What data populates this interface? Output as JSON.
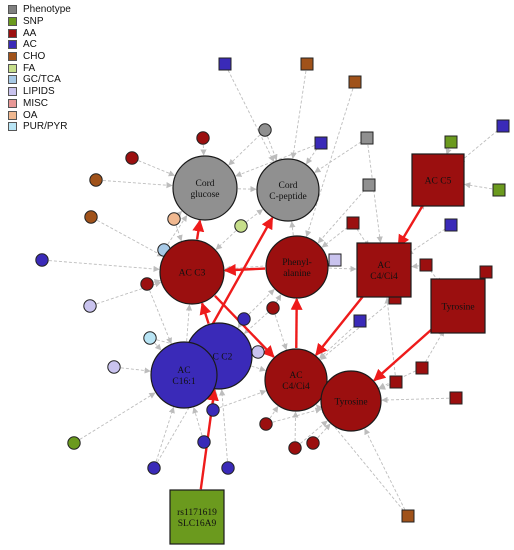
{
  "legend": [
    {
      "label": "Phenotype",
      "color": "#808080"
    },
    {
      "label": "SNP",
      "color": "#6b9a1e"
    },
    {
      "label": "AA",
      "color": "#9b0f0f"
    },
    {
      "label": "AC",
      "color": "#3a2ab8"
    },
    {
      "label": "CHO",
      "color": "#a0521a"
    },
    {
      "label": "FA",
      "color": "#c6de8a"
    },
    {
      "label": "GC/TCA",
      "color": "#a7c9e6"
    },
    {
      "label": "LIPIDS",
      "color": "#c9c3ee"
    },
    {
      "label": "MISC",
      "color": "#e89896"
    },
    {
      "label": "OA",
      "color": "#f0b890"
    },
    {
      "label": "PUR/PYR",
      "color": "#b8e4f4"
    }
  ],
  "colors": {
    "Phenotype": "#909090",
    "SNP": "#6b9a1e",
    "AA": "#9b0f0f",
    "AC": "#3a2ab8",
    "CHO": "#a0521a",
    "FA": "#c6de8a",
    "GC/TCA": "#a7c9e6",
    "LIPIDS": "#c9c3ee",
    "MISC": "#e89896",
    "OA": "#f0b890",
    "PUR/PYR": "#b8e4f4",
    "edge_strong": "#ee1b1b",
    "edge_weak": "#bdbdbd"
  },
  "nodes": [
    {
      "id": "cord_glucose",
      "lines": [
        "Cord",
        "glucose"
      ],
      "cat": "Phenotype",
      "shape": "circle"
    },
    {
      "id": "cord_cpeptide",
      "lines": [
        "Cord",
        "C-peptide"
      ],
      "cat": "Phenotype",
      "shape": "circle"
    },
    {
      "id": "ac_c3",
      "lines": [
        "AC C3"
      ],
      "cat": "AA",
      "shape": "circle"
    },
    {
      "id": "phenylalanine",
      "lines": [
        "Phenyl-",
        "alanine"
      ],
      "cat": "AA",
      "shape": "circle"
    },
    {
      "id": "ac_c2",
      "lines": [
        "AC C2"
      ],
      "cat": "AC",
      "shape": "circle"
    },
    {
      "id": "ac_c16",
      "lines": [
        "AC",
        "C16:1"
      ],
      "cat": "AC",
      "shape": "circle"
    },
    {
      "id": "ac_c4_circle",
      "lines": [
        "AC",
        "C4/Ci4"
      ],
      "cat": "AA",
      "shape": "circle"
    },
    {
      "id": "tyrosine_circle",
      "lines": [
        "Tyrosine"
      ],
      "cat": "AA",
      "shape": "circle"
    },
    {
      "id": "ac_c5",
      "lines": [
        "AC C5"
      ],
      "cat": "AA",
      "shape": "square"
    },
    {
      "id": "ac_c4_square",
      "lines": [
        "AC",
        "C4/Ci4"
      ],
      "cat": "AA",
      "shape": "square"
    },
    {
      "id": "tyrosine_square",
      "lines": [
        "Tyrosine"
      ],
      "cat": "AA",
      "shape": "square"
    },
    {
      "id": "rs1171619",
      "lines": [
        "rs1171619",
        "SLC16A9"
      ],
      "cat": "SNP",
      "shape": "square"
    }
  ]
}
